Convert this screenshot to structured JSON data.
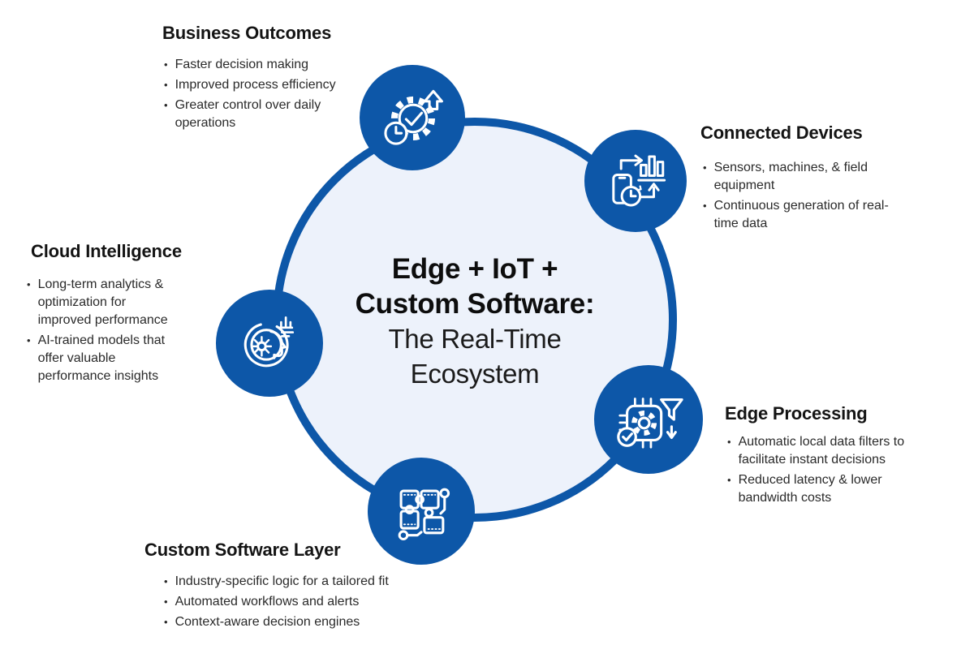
{
  "colors": {
    "node_blue": "#0d57a8",
    "ring_fill": "#edf2fb",
    "heading_color": "#141414",
    "body_color": "#2a2a2a",
    "title_color": "#0d0d0d",
    "icon_stroke": "#ffffff",
    "page_bg": "#ffffff"
  },
  "bullet_char": "•",
  "center": {
    "line1": "Edge + IoT +",
    "line2": "Custom Software:",
    "line3": "The Real-Time",
    "line4": "Ecosystem"
  },
  "sections": [
    {
      "id": "business-outcomes",
      "title": "Business Outcomes",
      "icon": "gear-check-clock-arrow-icon",
      "bullets": [
        "Faster decision making",
        "Improved process efficiency",
        "Greater control over daily\noperations"
      ]
    },
    {
      "id": "connected-devices",
      "title": "Connected Devices",
      "icon": "phone-data-sync-icon",
      "bullets": [
        "Sensors, machines, & field\nequipment",
        "Continuous generation of real-\ntime data"
      ]
    },
    {
      "id": "edge-processing",
      "title": "Edge Processing",
      "icon": "chip-gear-funnel-icon",
      "bullets": [
        "Automatic local data filters to\nfacilitate instant decisions",
        "Reduced latency & lower\nbandwidth costs"
      ]
    },
    {
      "id": "custom-software-layer",
      "title": "Custom Software Layer",
      "icon": "puzzle-pieces-icon",
      "bullets": [
        "Industry-specific logic for a tailored fit",
        "Automated workflows and alerts",
        "Context-aware decision engines"
      ]
    },
    {
      "id": "cloud-intelligence",
      "title": "Cloud Intelligence",
      "icon": "ai-head-gear-icon",
      "bullets": [
        "Long-term analytics &\noptimization for\nimproved performance",
        "AI-trained models that\noffer valuable\nperformance insights"
      ]
    }
  ]
}
